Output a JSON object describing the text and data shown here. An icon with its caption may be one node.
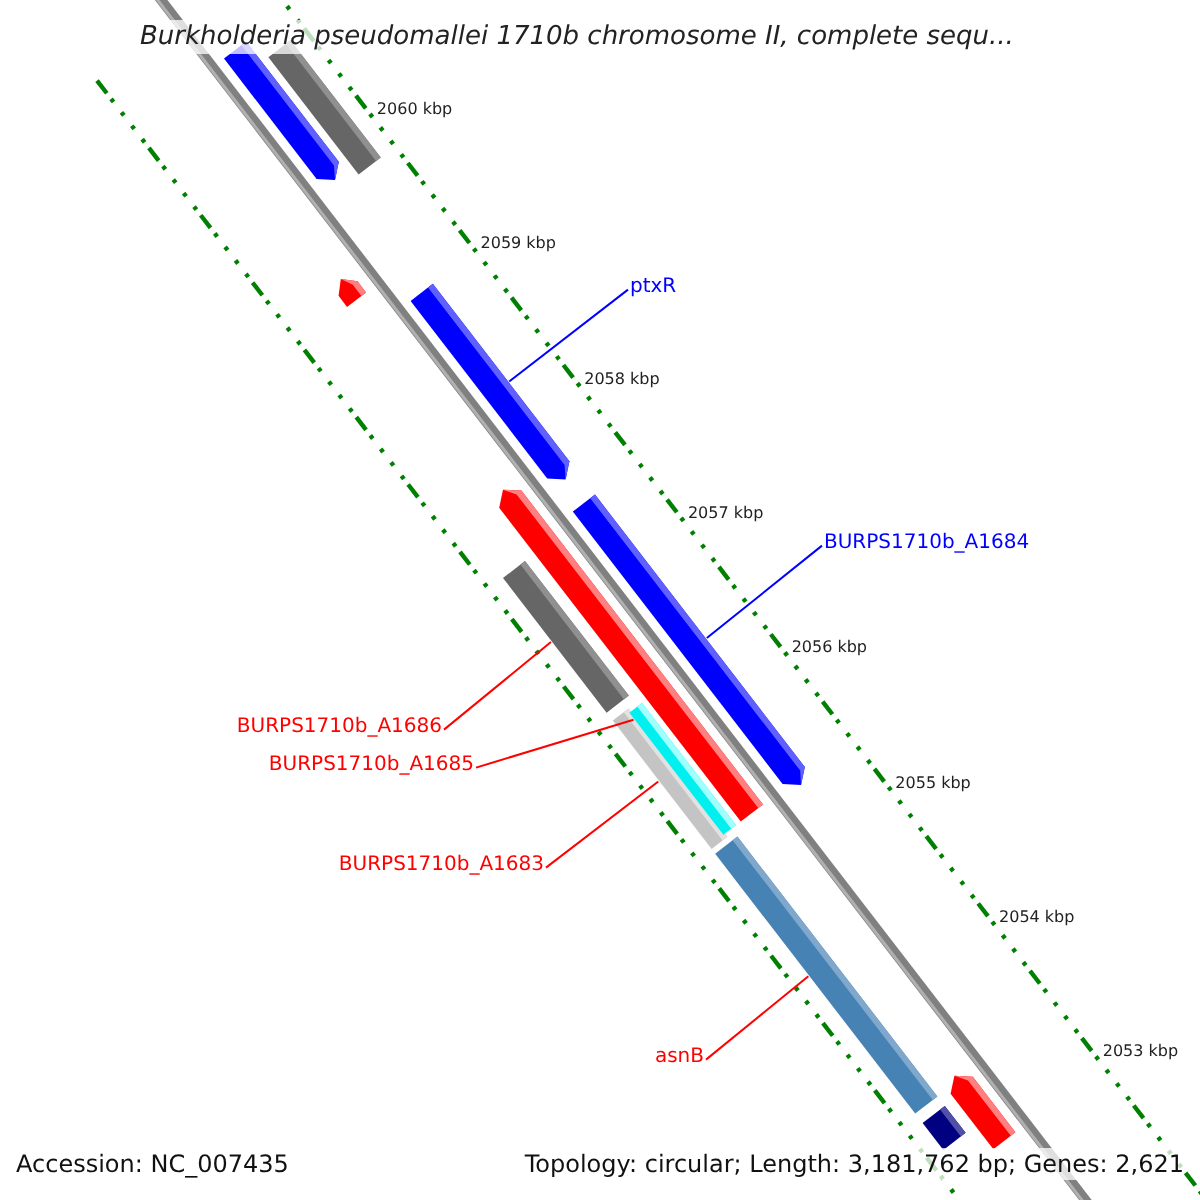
{
  "diagram": {
    "title": "Burkholderia pseudomallei 1710b chromosome II, complete sequ...",
    "nodes": [
      {
        "text": [],
        "shape": "bar"
      },
      {
        "text": [],
        "shape": "bar"
      },
      {
        "text": [],
        "shape": "bar"
      },
      {
        "text": [
          "ptxR"
        ]
      },
      {
        "text": [],
        "shape": "bar"
      },
      {
        "text": [],
        "shape": "bar"
      },
      {
        "text": [
          "BURPS1710b_A1684"
        ]
      },
      {
        "text": [],
        "shape": "bar"
      },
      {
        "text": [
          "BURPS1710b_A1686"
        ]
      },
      {
        "text": [],
        "shape": "bar"
      },
      {
        "text": [
          "BURPS1710b_A1685"
        ]
      },
      {
        "text": [],
        "shape": "bar"
      },
      {
        "text": [],
        "shape": "bar"
      },
      {
        "text": [
          "BURPS1710b_A1683"
        ]
      },
      {
        "text": [],
        "shape": "bar"
      },
      {
        "text": [
          "asnB"
        ]
      },
      {
        "text": [],
        "shape": "bar"
      },
      {
        "text": [],
        "shape": "bar"
      }
    ],
    "edges": [
      {
        "from": 3,
        "to": 4,
        "arrow": "none",
        "color": "#0000ff"
      },
      {
        "from": 6,
        "to": 7,
        "arrow": "none",
        "color": "#0000ff"
      },
      {
        "from": 8,
        "to": 9,
        "arrow": "none"
      },
      {
        "from": 10,
        "to": 11,
        "arrow": "none"
      },
      {
        "from": 13,
        "to": 12,
        "arrow": "none"
      },
      {
        "from": 15,
        "to": 14,
        "arrow": "none"
      }
    ],
    "labels": [
      "2060 kbp",
      "2059 kbp",
      "2058 kbp",
      "2057 kbp",
      "2056 kbp",
      "2055 kbp",
      "2054 kbp",
      "2053 kbp",
      "Accession: NC_007435",
      "Topology: circular; Length: 3,181,762 bp; Genes: 2,621"
    ]
  }
}
